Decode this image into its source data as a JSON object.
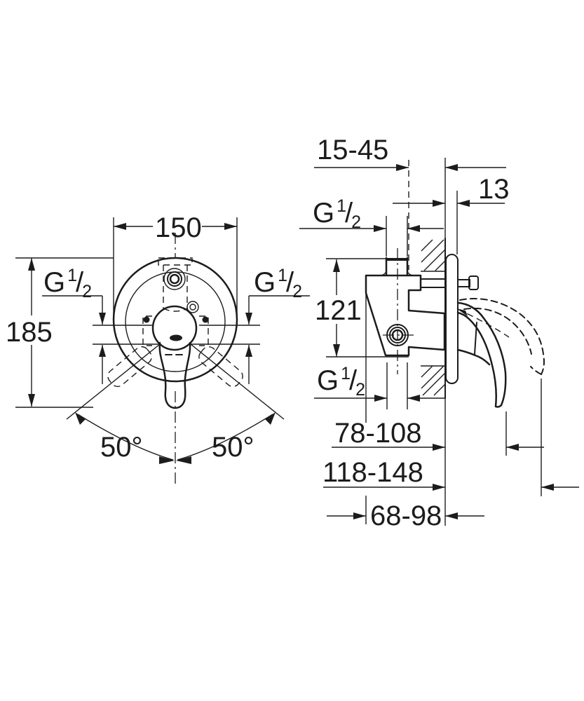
{
  "drawing": {
    "background": "#ffffff",
    "line_color": "#1c1c1c",
    "front_view": {
      "width": "150",
      "height": "185",
      "swing_angle_left": "50°",
      "swing_angle_right": "50°"
    },
    "side_view": {
      "depth_range": "15-45",
      "escutcheon_depth": "13",
      "body_height": "121",
      "handle_down_reach": "78-108",
      "handle_up_reach": "118-148",
      "body_center_depth": "68-98"
    },
    "thread_label": {
      "base": "G",
      "sup": "1",
      "slash": "/",
      "sub": "2"
    }
  }
}
